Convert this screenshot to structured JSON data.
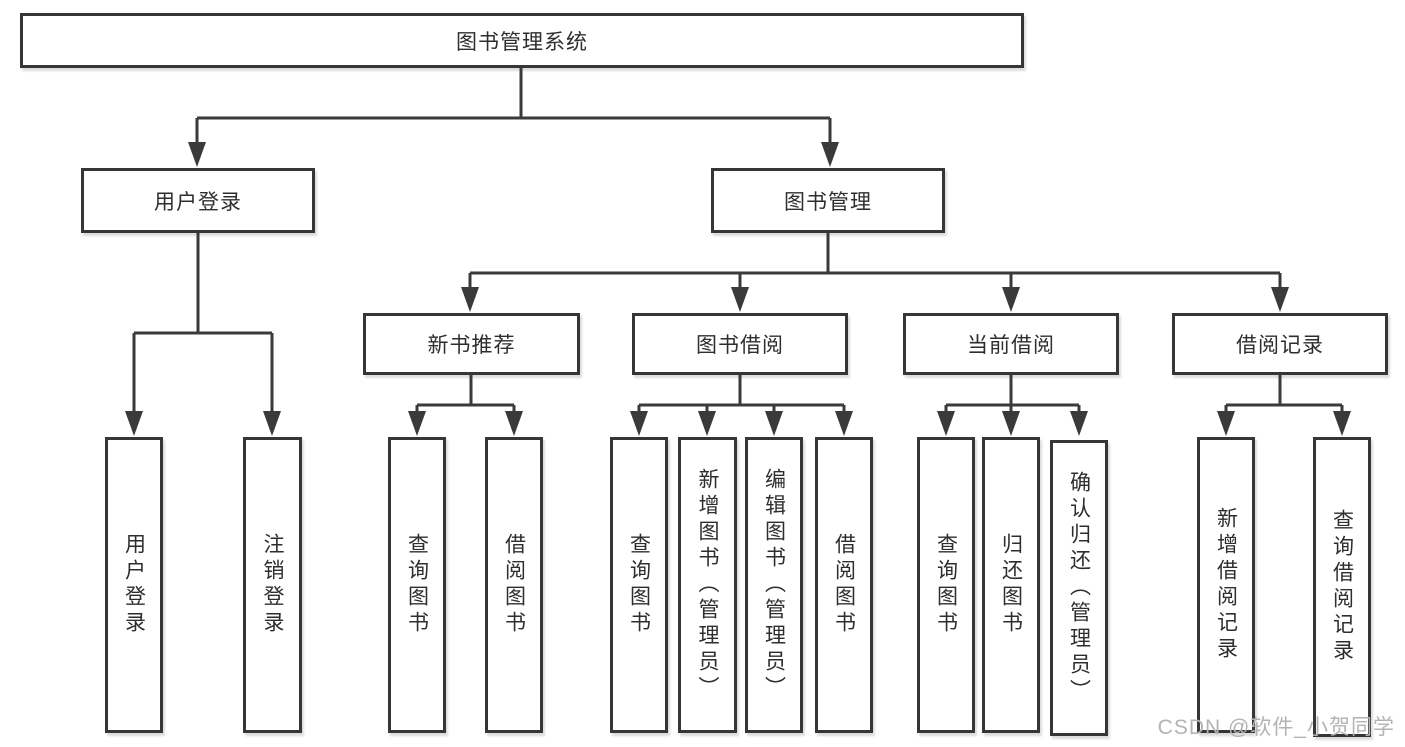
{
  "tree": {
    "root": {
      "label": "图书管理系统"
    },
    "branches": [
      {
        "label": "用户登录",
        "children": [
          {
            "label": "用户登录"
          },
          {
            "label": "注销登录"
          }
        ]
      },
      {
        "label": "图书管理",
        "children": [
          {
            "label": "新书推荐",
            "children": [
              {
                "label": "查询图书"
              },
              {
                "label": "借阅图书"
              }
            ]
          },
          {
            "label": "图书借阅",
            "children": [
              {
                "label": "查询图书"
              },
              {
                "label": "新增图书（管理员）"
              },
              {
                "label": "编辑图书（管理员）"
              },
              {
                "label": "借阅图书"
              }
            ]
          },
          {
            "label": "当前借阅",
            "children": [
              {
                "label": "查询图书"
              },
              {
                "label": "归还图书"
              },
              {
                "label": "确认归还（管理员）"
              }
            ]
          },
          {
            "label": "借阅记录",
            "children": [
              {
                "label": "新增借阅记录"
              },
              {
                "label": "查询借阅记录"
              }
            ]
          }
        ]
      }
    ]
  },
  "watermark": "CSDN @软件_小贺同学",
  "colors": {
    "line": "#3a3a3a",
    "border": "#363636",
    "text": "#2e2e2e",
    "background": "#ffffff",
    "watermark": "#b3b3b3"
  }
}
